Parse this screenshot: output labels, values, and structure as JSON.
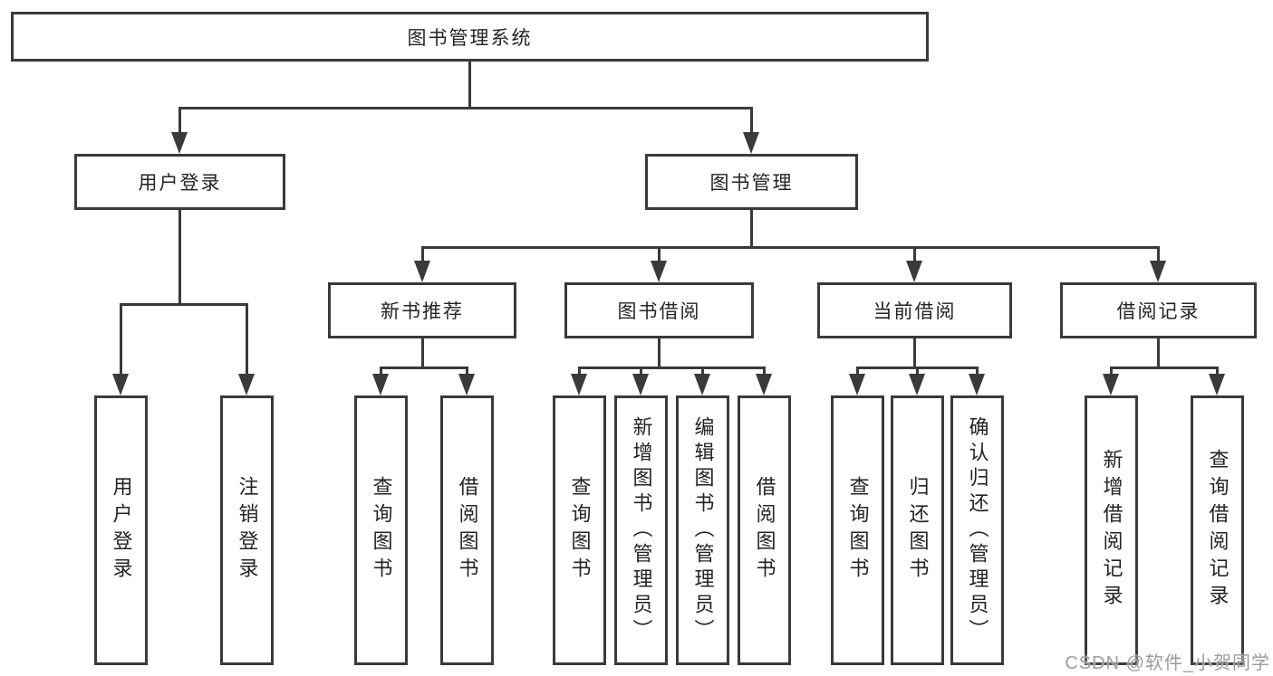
{
  "diagram": {
    "title": "图书管理系统",
    "level2": [
      {
        "label": "用户登录"
      },
      {
        "label": "图书管理"
      }
    ],
    "level3": [
      {
        "label": "新书推荐"
      },
      {
        "label": "图书借阅"
      },
      {
        "label": "当前借阅"
      },
      {
        "label": "借阅记录"
      }
    ],
    "leaves": {
      "user_login": [
        "用户登录",
        "注销登录"
      ],
      "new_books": [
        "查询图书",
        "借阅图书"
      ],
      "book_borrow": [
        "查询图书",
        "新增图书（管理员）",
        "编辑图书（管理员）",
        "借阅图书"
      ],
      "current_borrow": [
        "查询图书",
        "归还图书",
        "确认归还（管理员）"
      ],
      "borrow_records": [
        "新增借阅记录",
        "查询借阅记录"
      ]
    },
    "colors": {
      "line": "#3a3a3c",
      "text": "#242426",
      "background": "#ffffff",
      "watermark": "#9c9c9e"
    }
  },
  "watermark": {
    "text": "CSDN @软件_小贺同学"
  }
}
